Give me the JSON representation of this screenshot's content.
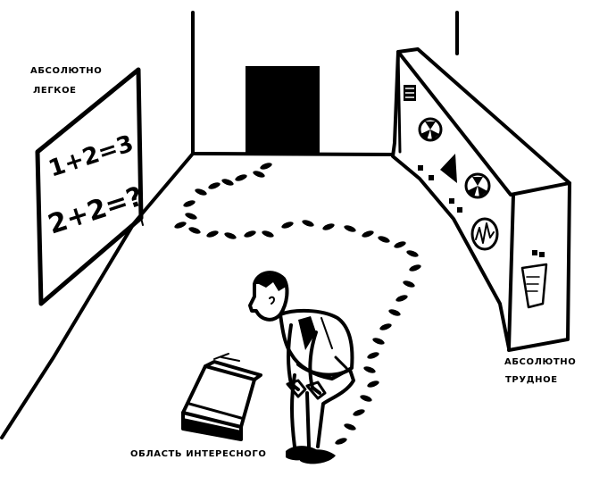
{
  "labels": {
    "easy_line1": "АБСОЛЮТНО",
    "easy_line2": "ЛЕГКОЕ",
    "hard_line1": "АБСОЛЮТНО",
    "hard_line2": "ТРУДНОЕ",
    "interest_area": "ОБЛАСТЬ ИНТЕРЕСНОГО"
  },
  "board": {
    "eq1": "1+2=3",
    "eq2": "2+2=?"
  },
  "machine_icons": [
    "radiator-icon",
    "fan-icon",
    "arrow-icon",
    "fan-icon",
    "oscilloscope-icon",
    "scroll-icon"
  ]
}
